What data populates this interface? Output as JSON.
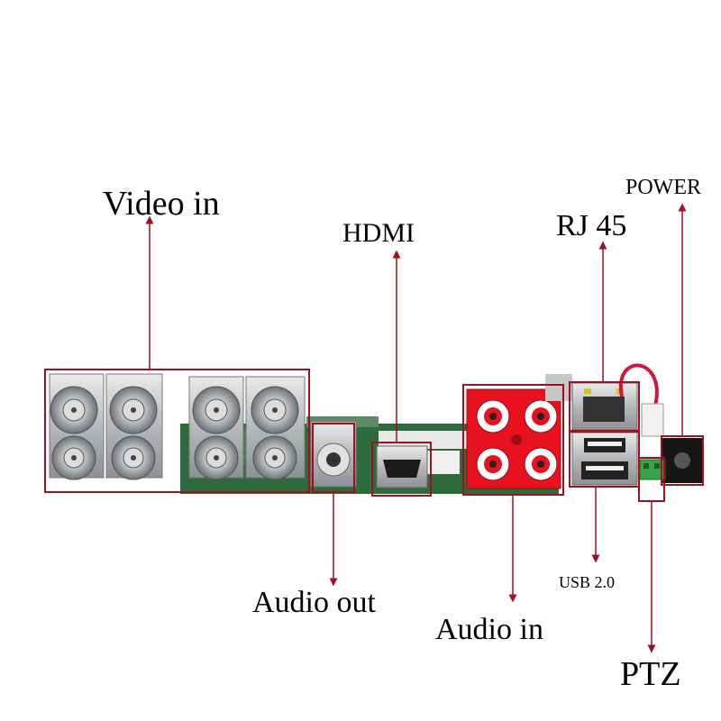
{
  "labels": {
    "video_in": "Video in",
    "hdmi": "HDMI",
    "rj45": "RJ 45",
    "power": "POWER",
    "audio_out": "Audio out",
    "audio_in": "Audio in",
    "usb": "USB 2.0",
    "ptz": "PTZ"
  },
  "colors": {
    "callout": "#a0101e",
    "rca_red": "#e8121e",
    "pcb_green": "#2e6b3c",
    "metal": "#b9bcbf"
  }
}
